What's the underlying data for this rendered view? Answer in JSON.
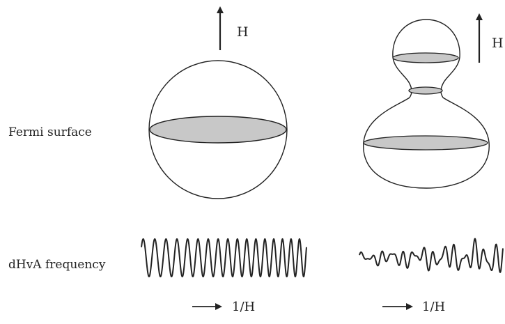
{
  "labels": {
    "fermi_surface": "Fermi surface",
    "dhva_frequency": "dHvA frequency"
  },
  "left_panel": {
    "field_label": "H",
    "axis_label": "1/H",
    "surface_shape": "sphere",
    "signal": "single-frequency oscillation"
  },
  "right_panel": {
    "field_label": "H",
    "axis_label": "1/H",
    "surface_shape": "necked gourd",
    "signal": "multi-frequency beating oscillation"
  },
  "colors": {
    "line": "#222222",
    "cross_section_fill": "#c8c8c8",
    "background": "#ffffff"
  }
}
